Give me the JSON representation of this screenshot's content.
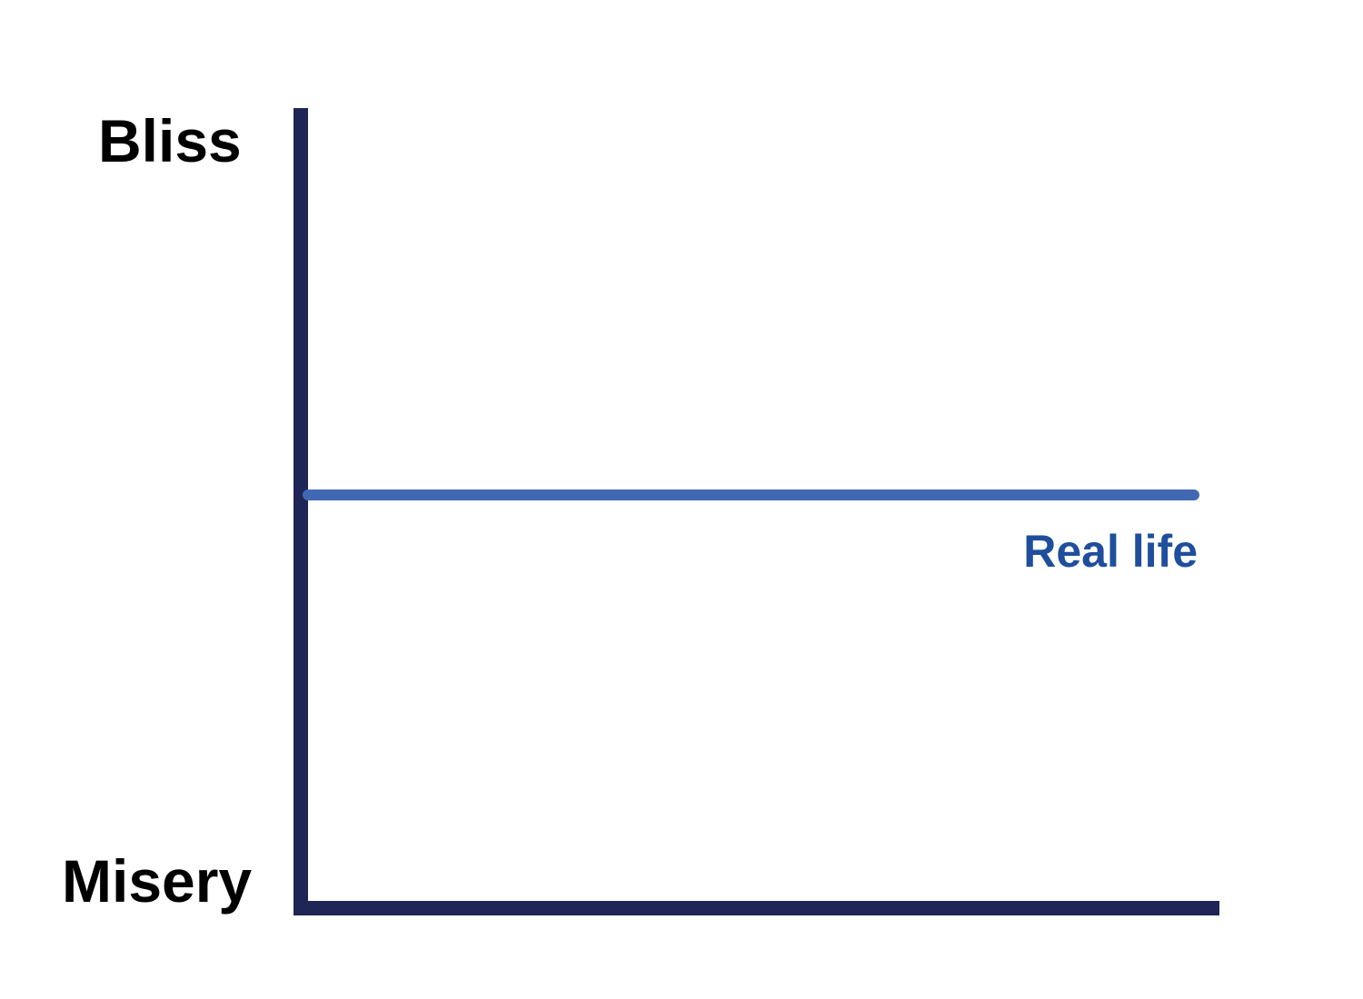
{
  "chart_data": {
    "type": "line",
    "x": [
      0,
      1
    ],
    "xlim": [
      0,
      1
    ],
    "ylim": [
      0,
      1
    ],
    "grid": false,
    "y_tick_labels": {
      "top": "Bliss",
      "bottom": "Misery"
    },
    "series": [
      {
        "name": "Real life",
        "values": [
          0.5,
          0.5
        ],
        "color": "#4169b3"
      }
    ],
    "colors": {
      "axis": "#1f2655",
      "text": "#000000",
      "series_label": "#1f4e9c"
    }
  }
}
